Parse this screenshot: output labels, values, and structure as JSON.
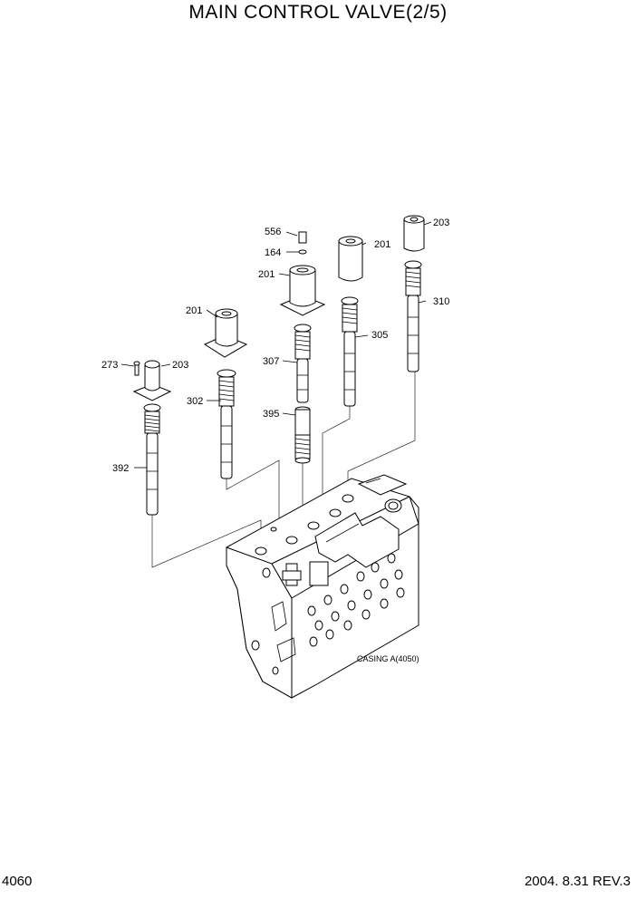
{
  "title": "MAIN CONTROL VALVE(2/5)",
  "page_number": "4060",
  "revision": "2004. 8.31 REV.3",
  "casing_label": "CASING A(4050)",
  "callouts": {
    "c556": "556",
    "c164": "164",
    "c201a": "201",
    "c201b": "201",
    "c201c": "201",
    "c203a": "203",
    "c203b": "203",
    "c273": "273",
    "c302": "302",
    "c305": "305",
    "c307": "307",
    "c310": "310",
    "c392": "392",
    "c395": "395"
  }
}
